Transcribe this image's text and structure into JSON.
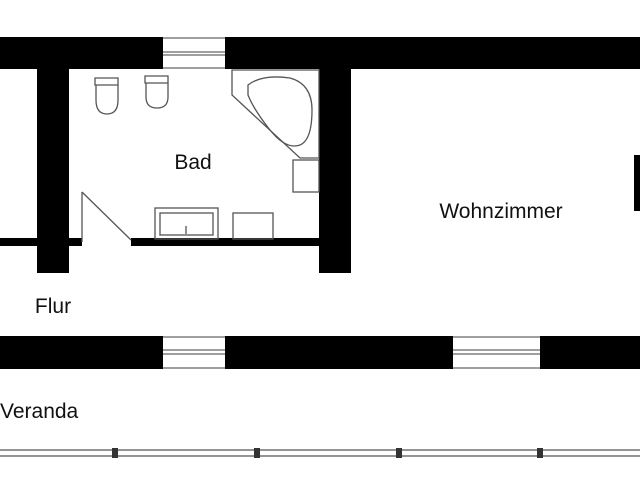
{
  "plan": {
    "rooms": {
      "bad": "Bad",
      "wohnzimmer": "Wohnzimmer",
      "flur": "Flur",
      "veranda": "Veranda"
    },
    "colors": {
      "wall": "#000000",
      "line": "#555555",
      "background": "#ffffff"
    }
  }
}
